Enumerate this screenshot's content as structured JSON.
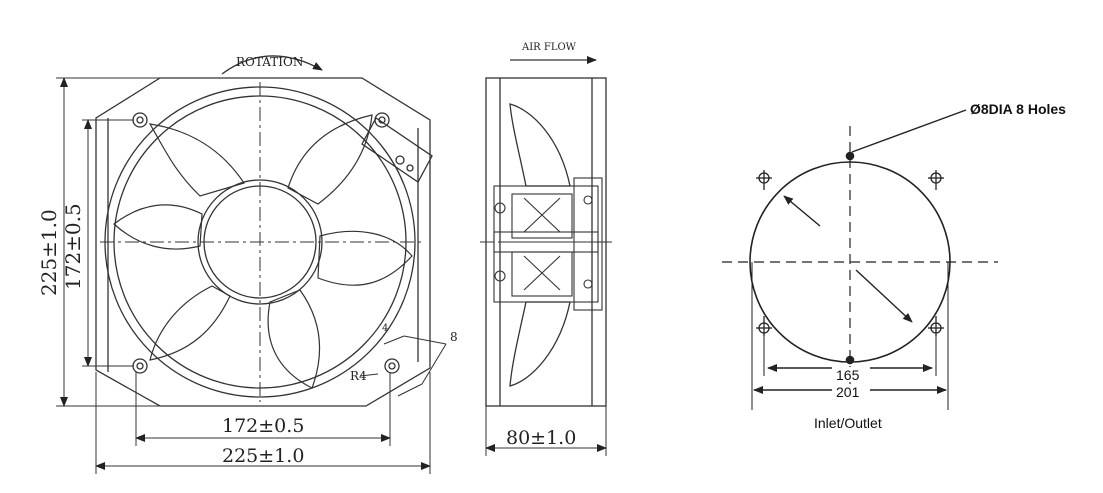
{
  "front_view": {
    "rotation_label": "ROTATION",
    "height_outer": "225±1.0",
    "height_inner": "172±0.5",
    "width_inner": "172±0.5",
    "width_outer": "225±1.0",
    "slot_width": "4",
    "slot_length": "8",
    "corner_radius": "R4"
  },
  "side_view": {
    "airflow_label": "AIR FLOW",
    "depth": "80±1.0"
  },
  "hole_pattern": {
    "hole_note": "Ø8DIA 8 Holes",
    "dim_inner": "165",
    "dim_outer": "201",
    "caption": "Inlet/Outlet"
  }
}
